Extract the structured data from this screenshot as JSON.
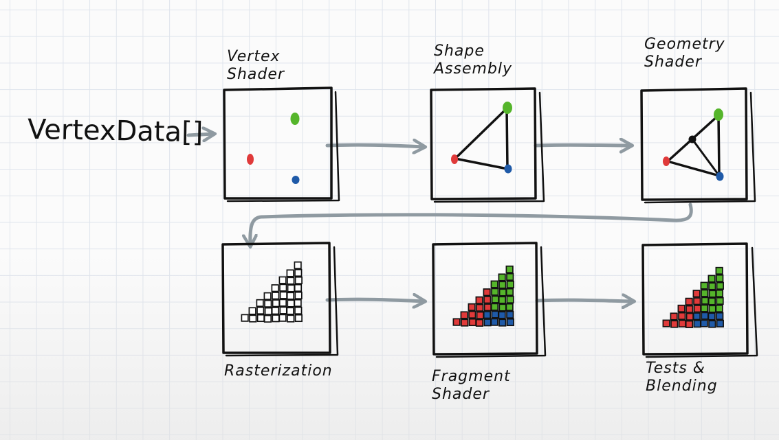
{
  "diagram": {
    "input_label": "VertexData[]",
    "stages": [
      {
        "label": "Vertex\nShader"
      },
      {
        "label": "Shape\nAssembly"
      },
      {
        "label": "Geometry\nShader"
      },
      {
        "label": "Rasterization"
      },
      {
        "label": "Fragment\nShader"
      },
      {
        "label": "Tests &\nBlending"
      }
    ],
    "colors": {
      "ink": "#111111",
      "arrow": "#8f9aa1",
      "red": "#e03a3a",
      "green": "#55b52b",
      "blue": "#1f5aa8",
      "grid": "#dfe4ec"
    }
  }
}
